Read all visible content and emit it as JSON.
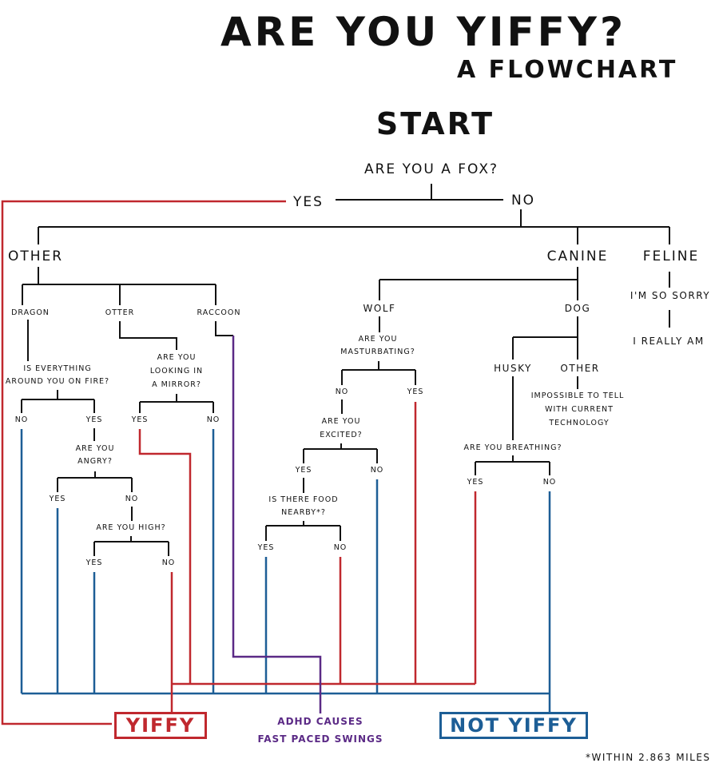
{
  "title": "ARE YOU YIFFY?",
  "subtitle": "A FLOWCHART",
  "start": "START",
  "colors": {
    "yiffy": "#c0282e",
    "not_yiffy": "#1d5e96",
    "adhd": "#5b2a86",
    "lines": "#111111"
  },
  "nodes": {
    "q_fox": "Are you a fox?",
    "fox_yes": "Yes",
    "fox_no": "No",
    "other": "Other",
    "canine": "Canine",
    "feline": "Feline",
    "sorry": "I'm so sorry",
    "really": "I really am",
    "dragon": "Dragon",
    "otter": "Otter",
    "raccoon": "Raccoon",
    "q_fire_1": "Is everything",
    "q_fire_2": "around you on fire?",
    "fire_no": "No",
    "fire_yes": "Yes",
    "q_angry_1": "Are you",
    "q_angry_2": "angry?",
    "angry_yes": "Yes",
    "angry_no": "No",
    "q_high": "Are you high?",
    "high_yes": "Yes",
    "high_no": "No",
    "q_mirror_1": "Are you",
    "q_mirror_2": "looking in",
    "q_mirror_3": "a mirror?",
    "mirror_yes": "Yes",
    "mirror_no": "No",
    "wolf": "Wolf",
    "q_mast_1": "Are you",
    "q_mast_2": "masturbating?",
    "mast_no": "No",
    "mast_yes": "Yes",
    "q_excited_1": "Are you",
    "q_excited_2": "excited?",
    "excited_yes": "Yes",
    "excited_no": "No",
    "q_food_1": "Is there food",
    "q_food_2": "nearby*?",
    "food_yes": "Yes",
    "food_no": "No",
    "dog": "Dog",
    "husky": "Husky",
    "dog_other": "Other",
    "impossible_1": "Impossible to tell",
    "impossible_2": "with current",
    "impossible_3": "technology",
    "q_breathing": "Are you breathing?",
    "breath_yes": "Yes",
    "breath_no": "No"
  },
  "outcomes": {
    "yiffy": "YIFFY",
    "not_yiffy": "NOT YIFFY",
    "adhd_1": "ADHD causes",
    "adhd_2": "fast paced swings"
  },
  "footnote": "*within 2.863 miles"
}
